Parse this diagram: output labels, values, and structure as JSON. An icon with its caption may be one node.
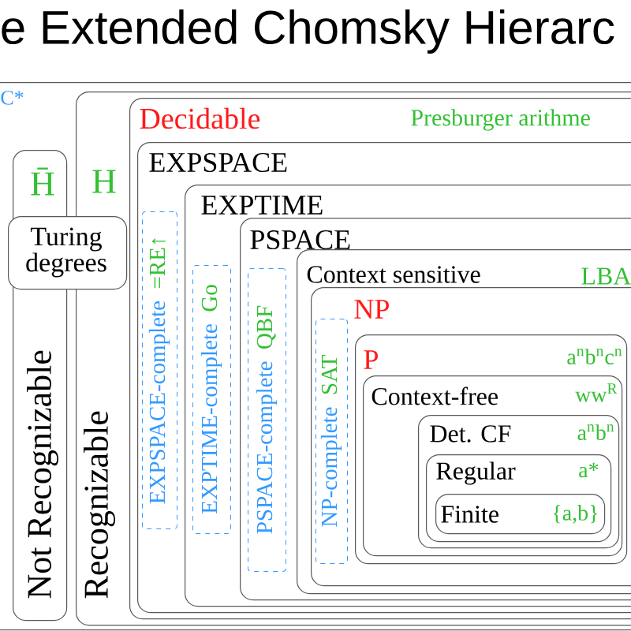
{
  "diagram": {
    "title": "e Extended Chomsky Hierarc",
    "nodes": [
      {
        "text": [
          "C*"
        ]
      },
      {
        "text": [
          "H̄",
          "Not Recognizable"
        ],
        "in": 0
      },
      {
        "text": [
          "Turing degrees"
        ],
        "in": 0
      },
      {
        "text": [
          "H",
          "Recognizable"
        ],
        "in": 0
      },
      {
        "text": [
          "Decidable",
          "Presburger arithme"
        ],
        "in": 3
      },
      {
        "text": [
          "EXPSPACE"
        ],
        "in": 4
      },
      {
        "text": [
          "EXPSPACE-complete",
          "=RE↑"
        ],
        "in": 5
      },
      {
        "text": [
          "EXPTIME"
        ],
        "in": 5
      },
      {
        "text": [
          "EXPTIME-complete",
          "Go"
        ],
        "in": 7
      },
      {
        "text": [
          "PSPACE"
        ],
        "in": 7
      },
      {
        "text": [
          "PSPACE-complete",
          "QBF"
        ],
        "in": 9
      },
      {
        "text": [
          "Context sensitive",
          "LBA"
        ],
        "in": 9
      },
      {
        "text": [
          "NP-complete",
          "SAT"
        ],
        "in": 13
      },
      {
        "text": [
          "NP"
        ],
        "in": 11
      },
      {
        "text": [
          "P",
          "a$^{n}$b$^{n}$c$^{n}$"
        ],
        "in": 13
      },
      {
        "text": [
          "Context-free",
          "ww$^{R}$"
        ],
        "in": 14
      },
      {
        "text": [
          "Det. CF",
          "a$^{n}$b$^{n}$"
        ],
        "in": 15
      },
      {
        "text": [
          "Regular",
          "a*"
        ],
        "in": 16
      },
      {
        "text": [
          "Finite",
          "{a,b}"
        ],
        "in": 17
      }
    ]
  }
}
